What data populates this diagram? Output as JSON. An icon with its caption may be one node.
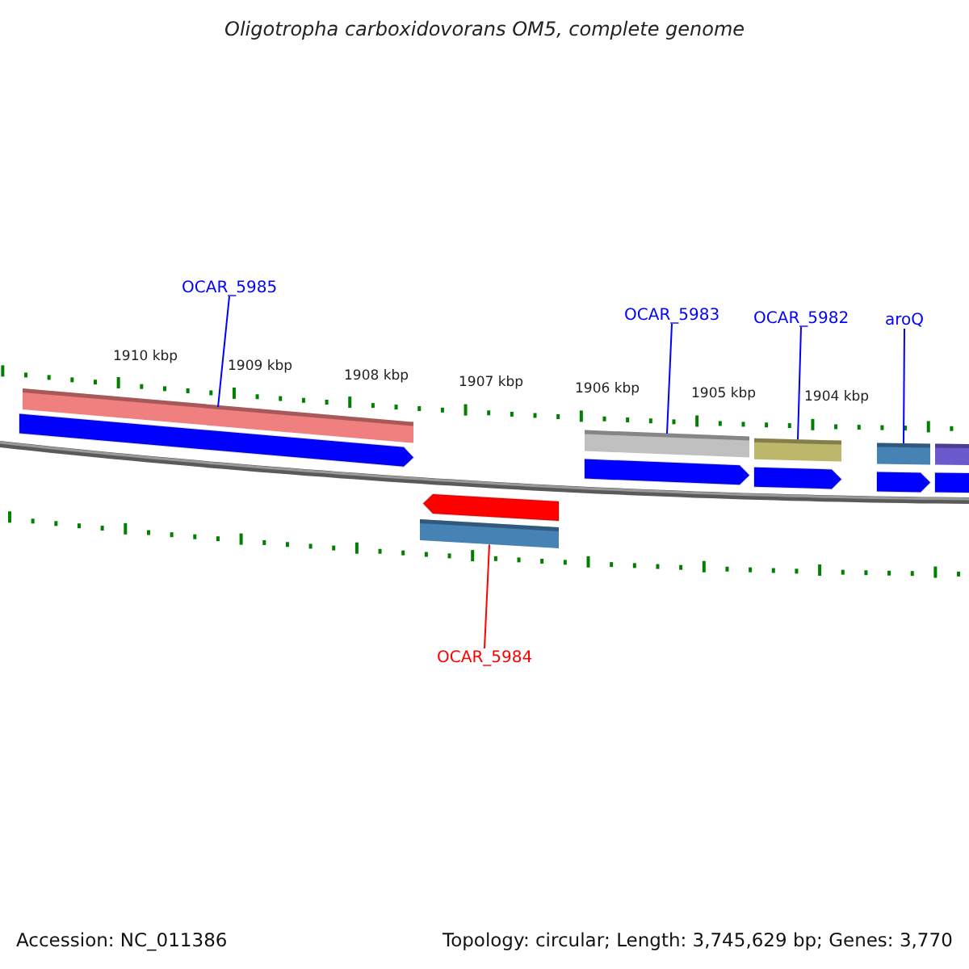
{
  "diagram": {
    "title": "Oligotropha carboxidovorans OM5, complete genome",
    "nodes": [
      {
        "text": [
          "OCAR_5985"
        ]
      },
      {
        "text": [],
        "shape": "bar"
      },
      {
        "text": [
          "OCAR_5983"
        ]
      },
      {
        "text": [],
        "shape": "bar"
      },
      {
        "text": [
          "OCAR_5982"
        ]
      },
      {
        "text": [],
        "shape": "bar"
      },
      {
        "text": [
          "aroQ"
        ]
      },
      {
        "text": [],
        "shape": "bar"
      },
      {
        "text": [
          "OCAR_5984"
        ]
      },
      {
        "text": [],
        "shape": "bar"
      },
      {
        "text": [],
        "shape": "arrow"
      },
      {
        "text": [],
        "shape": "arrow"
      },
      {
        "text": [],
        "shape": "arrow"
      },
      {
        "text": [],
        "shape": "arrow"
      },
      {
        "text": [],
        "shape": "arrow"
      },
      {
        "text": [],
        "shape": "arrow"
      },
      {
        "text": [],
        "shape": "bar"
      }
    ],
    "edges": [
      {
        "from": 0,
        "to": 1,
        "arrow": "none"
      },
      {
        "from": 2,
        "to": 3,
        "arrow": "none"
      },
      {
        "from": 4,
        "to": 5,
        "arrow": "none"
      },
      {
        "from": 6,
        "to": 7,
        "arrow": "none"
      },
      {
        "from": 8,
        "to": 9,
        "arrow": "none",
        "color": "#ff0000"
      }
    ],
    "labels": [
      "1910 kbp",
      "1909 kbp",
      "1908 kbp",
      "1907 kbp",
      "1906 kbp",
      "1905 kbp",
      "1904 kbp",
      "Accession: NC_011386",
      "Topology: circular; Length: 3,745,629 bp; Genes: 3,770"
    ]
  }
}
